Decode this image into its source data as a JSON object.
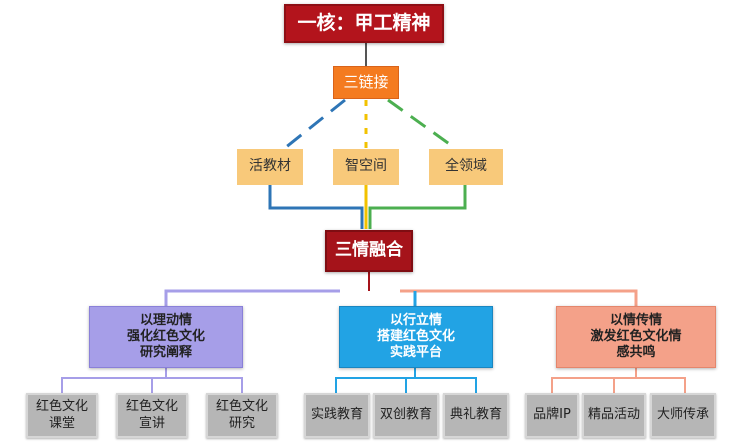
{
  "core": "一核：甲工精神",
  "link": "三链接",
  "pillars": [
    "活教材",
    "智空间",
    "全领域"
  ],
  "fusion": "三情融合",
  "colors": {
    "core": "#b3141c",
    "link": "#f47b20",
    "pillar": "#f8c97a",
    "fusion": "#a5131a",
    "purple": "#a69ee8",
    "blue": "#22a3e4",
    "orange": "#f4a189",
    "leaf": "#b6b6b6",
    "line_blue": "#2e75b6",
    "line_yellow": "#f2c200",
    "line_green": "#4caf50"
  },
  "branches": [
    {
      "text": "以理动情\n强化红色文化\n研究阐释",
      "leaves": [
        "红色文化\n课堂",
        "红色文化\n宣讲",
        "红色文化\n研究"
      ]
    },
    {
      "text": "以行立情\n搭建红色文化\n实践平台",
      "leaves": [
        "实践教育",
        "双创教育",
        "典礼教育"
      ]
    },
    {
      "text": "以情传情\n激发红色文化情\n感共鸣",
      "leaves": [
        "品牌IP",
        "精品活动",
        "大师传承"
      ]
    }
  ]
}
